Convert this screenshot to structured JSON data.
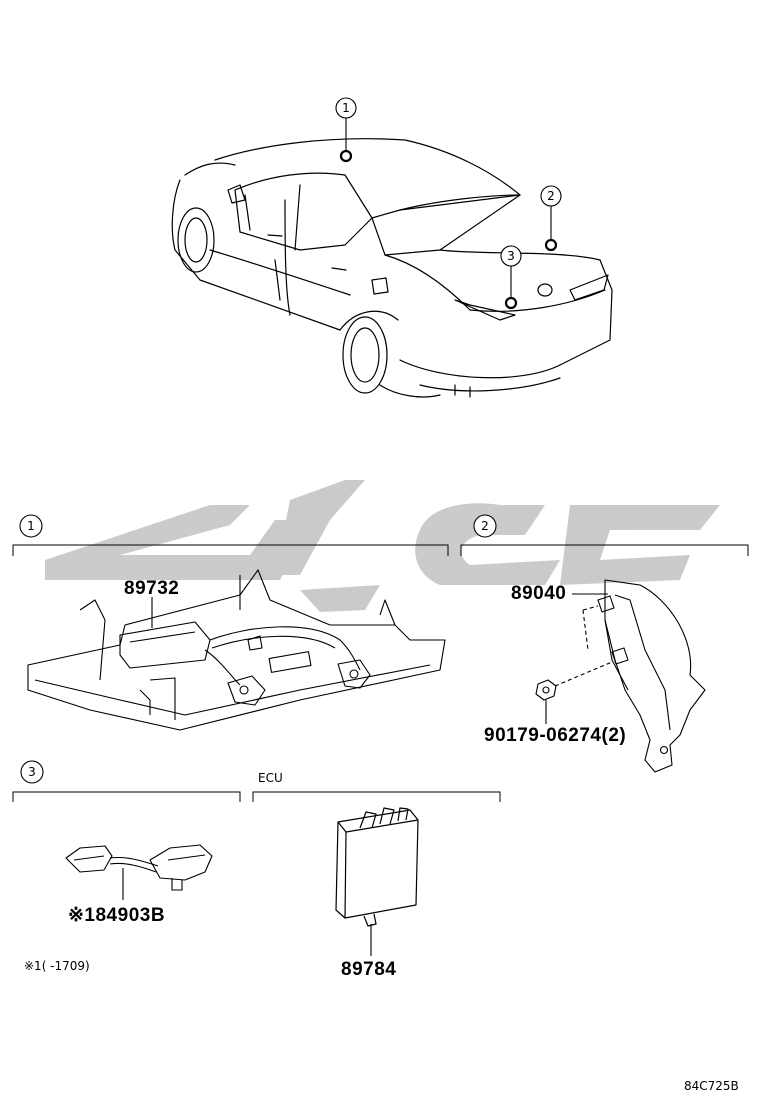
{
  "callouts": {
    "c1": "1",
    "c2": "2",
    "c3": "3"
  },
  "sections": {
    "s1": {
      "number": "1"
    },
    "s2": {
      "number": "2"
    },
    "s3": {
      "number": "3"
    },
    "ecu": {
      "label": "ECU"
    }
  },
  "parts": {
    "p89732": "89732",
    "p89040": "89040",
    "p90179": "90179-06274(2)",
    "p84903b": "※184903B",
    "p89784": "89784"
  },
  "footnote": "※1(      -1709)",
  "diagram_code": "84C725B",
  "colors": {
    "line": "#000000",
    "watermark": "#c8c8c8"
  }
}
